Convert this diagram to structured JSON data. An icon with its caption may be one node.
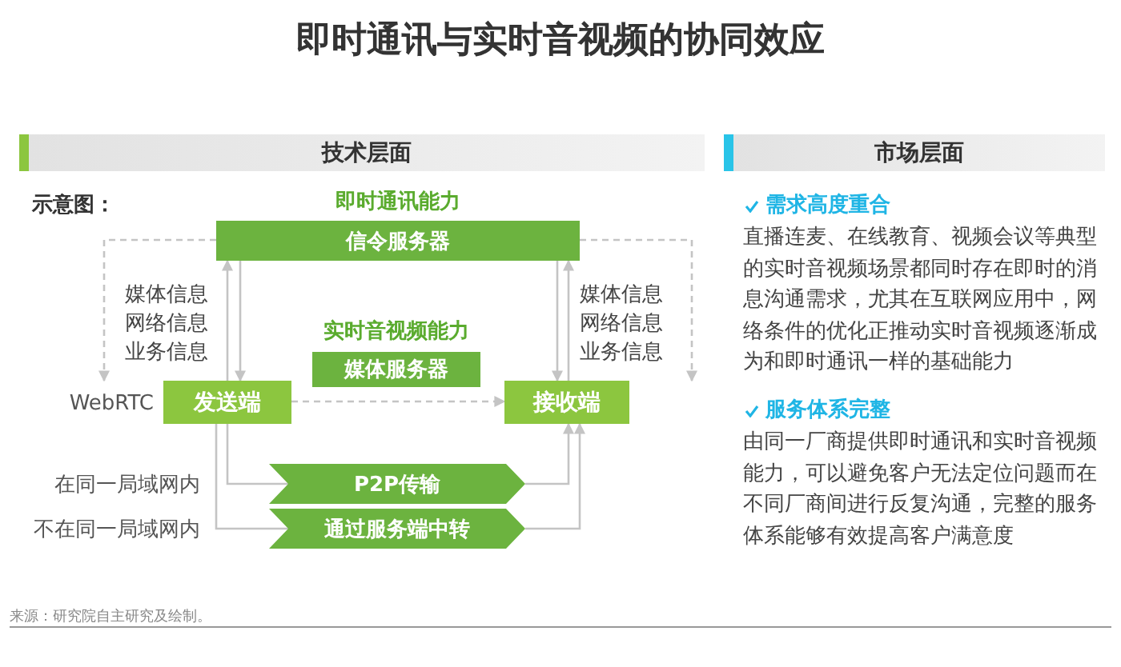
{
  "diagram": {
    "title": "即时通讯与实时音视频的协同效应",
    "nodes": [
      {
        "text": [
          "技术层面"
        ]
      },
      {
        "text": [
          "市场层面"
        ]
      },
      {
        "text": [
          "即时通讯能力",
          "信令服务器"
        ]
      },
      {
        "text": [
          "实时音视频能力",
          "媒体服务器"
        ]
      },
      {
        "text": [
          "发送端"
        ],
        "beside": [
          "WebRTC"
        ]
      },
      {
        "text": [
          "接收端"
        ]
      },
      {
        "text": [
          "P2P传输"
        ],
        "beside": [
          "在同一局域网内"
        ]
      },
      {
        "text": [
          "通过服务端中转"
        ],
        "beside": [
          "不在同一局域网内"
        ]
      }
    ],
    "edges": [
      {
        "from": 4,
        "to": 2,
        "arrow": "to"
      },
      {
        "from": 2,
        "to": 4,
        "arrow": "to"
      },
      {
        "from": 2,
        "to": 5,
        "arrow": "to"
      },
      {
        "from": 5,
        "to": 2,
        "arrow": "to"
      },
      {
        "from": 2,
        "to": 4,
        "arrow": "to",
        "style": "dashed"
      },
      {
        "from": 2,
        "to": 5,
        "arrow": "to",
        "style": "dashed"
      },
      {
        "from": 4,
        "to": 5,
        "arrow": "to",
        "style": "dashed"
      },
      {
        "from": 4,
        "to": 6,
        "arrow": "none"
      },
      {
        "from": 4,
        "to": 7,
        "arrow": "none"
      },
      {
        "from": 6,
        "to": 5,
        "arrow": "to"
      },
      {
        "from": 7,
        "to": 5,
        "arrow": "to"
      }
    ],
    "labels": [
      "示意图：",
      "媒体信息",
      "网络信息",
      "业务信息",
      "媒体信息",
      "网络信息",
      "业务信息",
      "需求高度重合",
      "直播连麦、在线教育、视频会议等典型的实时音视频场景都同时存在即时的消息沟通需求，尤其在互联网应用中，网络条件的优化正推动实时音视频逐渐成为和即时通讯一样的基础能力",
      "服务体系完整",
      "由同一厂商提供即时通讯和实时音视频能力，可以避免客户无法定位问题而在不同厂商间进行反复沟通，完整的服务体系能够有效提高客户满意度",
      "来源：研究院自主研究及绘制。"
    ]
  }
}
